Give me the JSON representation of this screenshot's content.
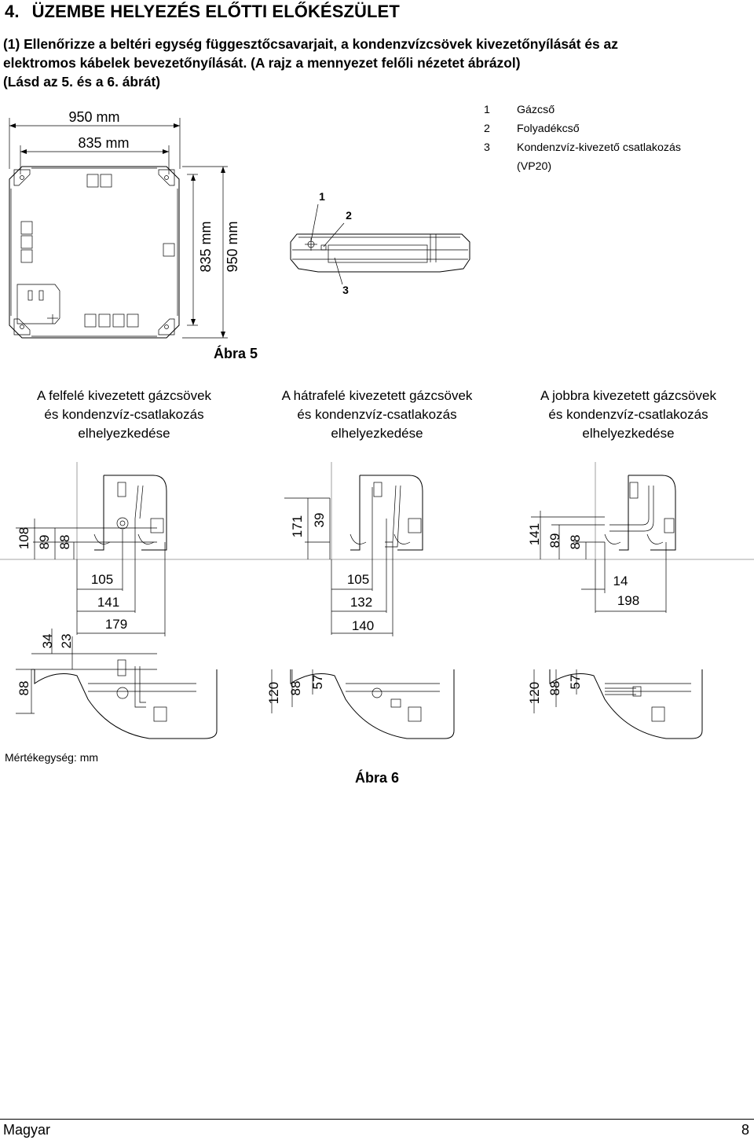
{
  "section": {
    "number": "4.",
    "title": "ÜZEMBE HELYEZÉS ELŐTTI ELŐKÉSZÜLET"
  },
  "intro": {
    "line1": "(1) Ellenőrizze a beltéri egység függesztőcsavarjait, a kondenzvízcsövek kivezetőnyílását és az",
    "line2": "elektromos kábelek bevezetőnyílását. (A rajz a mennyezet felőli nézetet ábrázol)",
    "line3": "(Lásd az 5. és a 6. ábrát)"
  },
  "fig5": {
    "caption": "Ábra 5",
    "dims": {
      "outer_width": "950 mm",
      "inner_width": "835 mm",
      "inner_height": "835 mm",
      "outer_height": "950 mm"
    },
    "markers": [
      "1",
      "2",
      "3"
    ],
    "legend": [
      {
        "n": "1",
        "label": "Gázcső"
      },
      {
        "n": "2",
        "label": "Folyadékcső"
      },
      {
        "n": "3",
        "label": "Kondenzvíz-kivezető csatlakozás",
        "label2": "(VP20)"
      }
    ]
  },
  "fig6": {
    "caption": "Ábra 6",
    "columns": [
      {
        "heading": [
          "A felfelé kivezetett gázcsövek",
          "és kondenzvíz-csatlakozás",
          "elhelyezkedése"
        ],
        "top_vertical_dims": [
          "108",
          "89",
          "88"
        ],
        "horizontal_dims": [
          "105",
          "141",
          "179"
        ],
        "small_dims": [
          "34",
          "23"
        ],
        "bottom_vertical_dims": [
          "88"
        ]
      },
      {
        "heading": [
          "A hátrafelé kivezetett gázcsövek",
          "és kondenzvíz-csatlakozás",
          "elhelyezkedése"
        ],
        "top_vertical_dims": [
          "171",
          "39"
        ],
        "horizontal_dims": [
          "105",
          "132",
          "140"
        ],
        "bottom_vertical_dims": [
          "120",
          "88",
          "57"
        ]
      },
      {
        "heading": [
          "A jobbra kivezetett gázcsövek",
          "és kondenzvíz-csatlakozás",
          "elhelyezkedése"
        ],
        "top_vertical_dims": [
          "141",
          "89",
          "88"
        ],
        "horizontal_dims": [
          "14",
          "198"
        ],
        "bottom_vertical_dims": [
          "120",
          "88",
          "57"
        ]
      }
    ]
  },
  "unit_note": "Mértékegység: mm",
  "footer": {
    "language": "Magyar",
    "page": "8"
  }
}
